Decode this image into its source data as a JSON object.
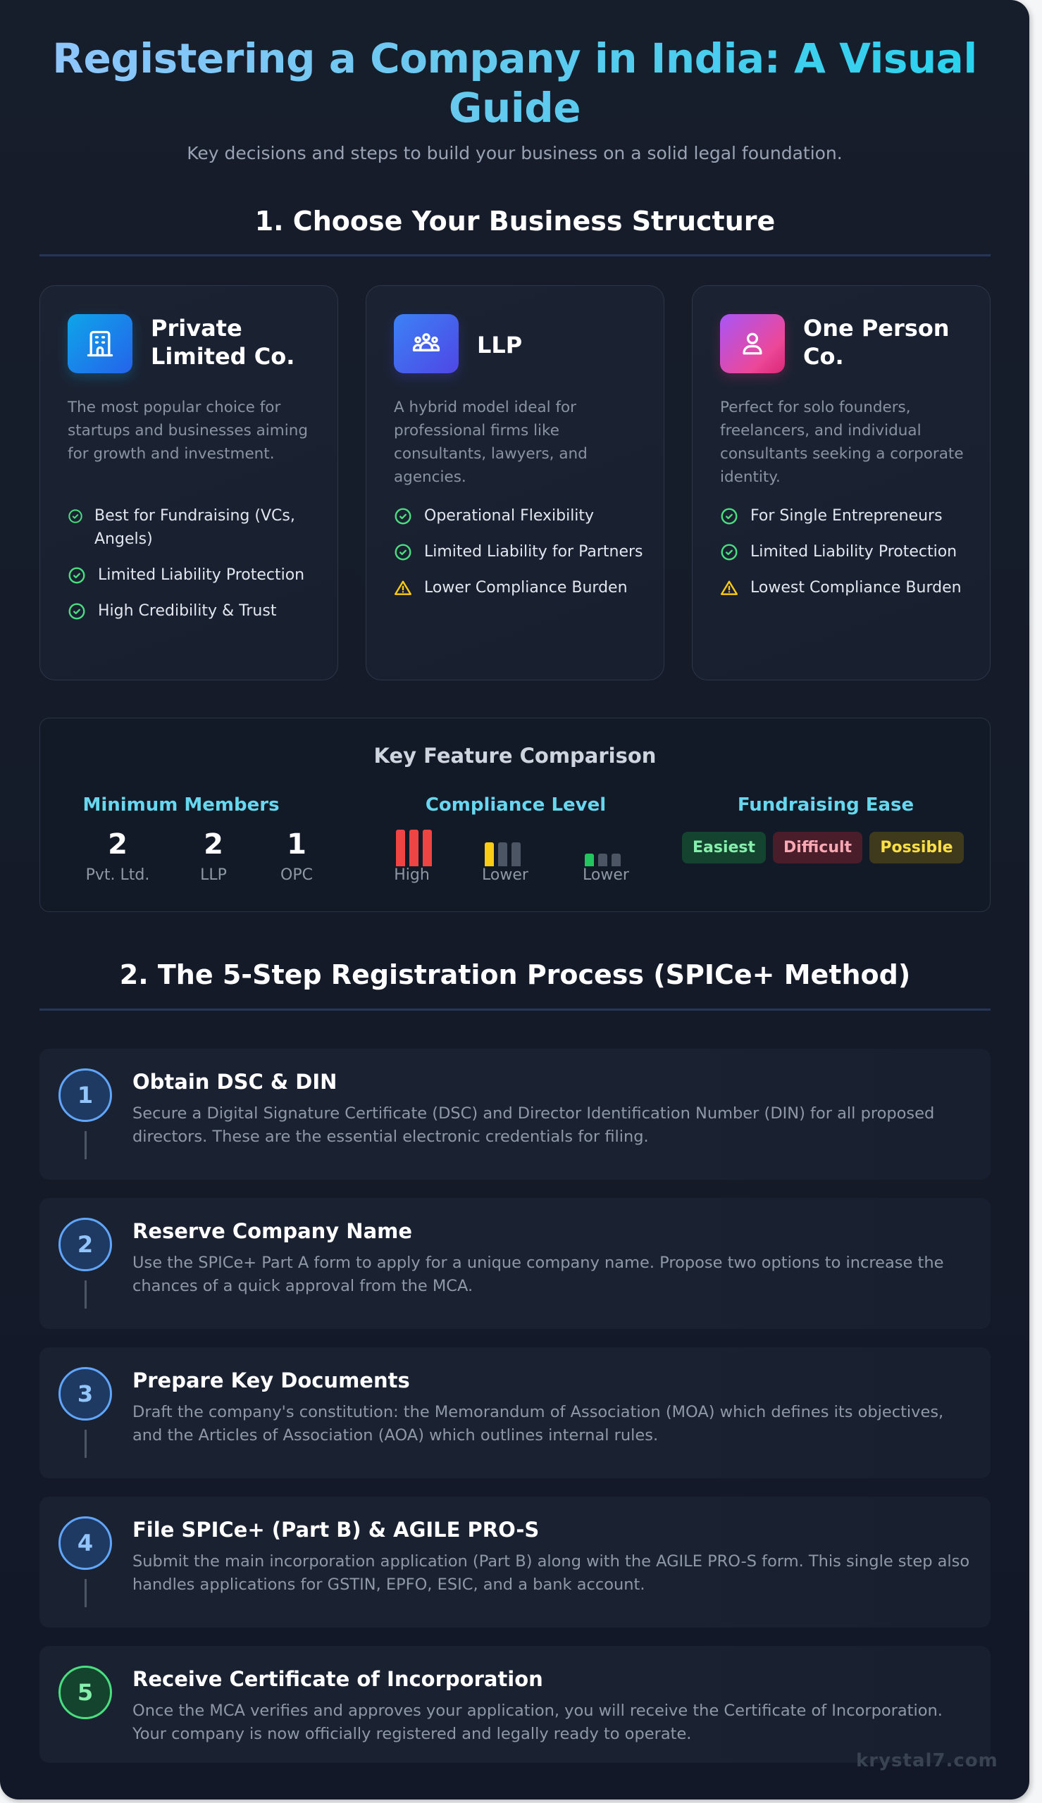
{
  "header": {
    "title": "Registering a Company in India: A Visual Guide",
    "subtitle": "Key decisions and steps to build your business on a solid legal foundation."
  },
  "section1": {
    "title": "1. Choose Your Business Structure",
    "cards": [
      {
        "icon": "building-icon",
        "title": "Private Limited Co.",
        "description": "The most popular choice for startups and businesses aiming for growth and investment.",
        "features": [
          {
            "icon": "check-circle-icon",
            "text": "Best for Fundraising (VCs, Angels)"
          },
          {
            "icon": "check-circle-icon",
            "text": "Limited Liability Protection"
          },
          {
            "icon": "check-circle-icon",
            "text": "High Credibility & Trust"
          }
        ]
      },
      {
        "icon": "users-group-icon",
        "title": "LLP",
        "description": "A hybrid model ideal for professional firms like consultants, lawyers, and agencies.",
        "features": [
          {
            "icon": "check-circle-icon",
            "text": "Operational Flexibility"
          },
          {
            "icon": "check-circle-icon",
            "text": "Limited Liability for Partners"
          },
          {
            "icon": "warning-triangle-icon",
            "text": "Lower Compliance Burden"
          }
        ]
      },
      {
        "icon": "user-icon",
        "title": "One Person Co.",
        "description": "Perfect for solo founders, freelancers, and individual consultants seeking a corporate identity.",
        "features": [
          {
            "icon": "check-circle-icon",
            "text": "For Single Entrepreneurs"
          },
          {
            "icon": "check-circle-icon",
            "text": "Limited Liability Protection"
          },
          {
            "icon": "warning-triangle-icon",
            "text": "Lowest Compliance Burden"
          }
        ]
      }
    ]
  },
  "comparison": {
    "title": "Key Feature Comparison",
    "min_members": {
      "title": "Minimum Members",
      "items": [
        {
          "value": "2",
          "label": "Pvt. Ltd."
        },
        {
          "value": "2",
          "label": "LLP"
        },
        {
          "value": "1",
          "label": "OPC"
        }
      ]
    },
    "compliance": {
      "title": "Compliance Level",
      "items": [
        {
          "label": "High",
          "filled": 3,
          "color": "#ef4444"
        },
        {
          "label": "Lower",
          "filled": 1,
          "color": "#facc15"
        },
        {
          "label": "Lower",
          "filled": 1,
          "color": "#22c55e"
        }
      ]
    },
    "fundraising": {
      "title": "Fundraising Ease",
      "items": [
        {
          "label": "Easiest",
          "color": "#86efac",
          "bg": "#14432f"
        },
        {
          "label": "Difficult",
          "color": "#f9a8b4",
          "bg": "#4a1d2b"
        },
        {
          "label": "Possible",
          "color": "#fde047",
          "bg": "#3f3a1c"
        }
      ]
    }
  },
  "section2": {
    "title": "2. The 5-Step Registration Process (SPICe+ Method)",
    "steps": [
      {
        "number": "1",
        "title": "Obtain DSC & DIN",
        "description": "Secure a Digital Signature Certificate (DSC) and Director Identification Number (DIN) for all proposed directors. These are the essential electronic credentials for filing."
      },
      {
        "number": "2",
        "title": "Reserve Company Name",
        "description": "Use the SPICe+ Part A form to apply for a unique company name. Propose two options to increase the chances of a quick approval from the MCA."
      },
      {
        "number": "3",
        "title": "Prepare Key Documents",
        "description": "Draft the company's constitution: the Memorandum of Association (MOA) which defines its objectives, and the Articles of Association (AOA) which outlines internal rules."
      },
      {
        "number": "4",
        "title": "File SPICe+ (Part B) & AGILE PRO-S",
        "description": "Submit the main incorporation application (Part B) along with the AGILE PRO-S form. This single step also handles applications for GSTIN, EPFO, ESIC, and a bank account."
      },
      {
        "number": "5",
        "title": "Receive Certificate of Incorporation",
        "description": "Once the MCA verifies and approves your application, you will receive the Certificate of Incorporation. Your company is now officially registered and legally ready to operate."
      }
    ]
  },
  "footer": {
    "watermark": "krystal7.com"
  },
  "colors": {
    "accent_cyan": "#67d7ef",
    "step_blue": "#60a5fa",
    "step_green": "#4ade80",
    "check_green": "#4ade80",
    "warning_yellow": "#facc15"
  }
}
